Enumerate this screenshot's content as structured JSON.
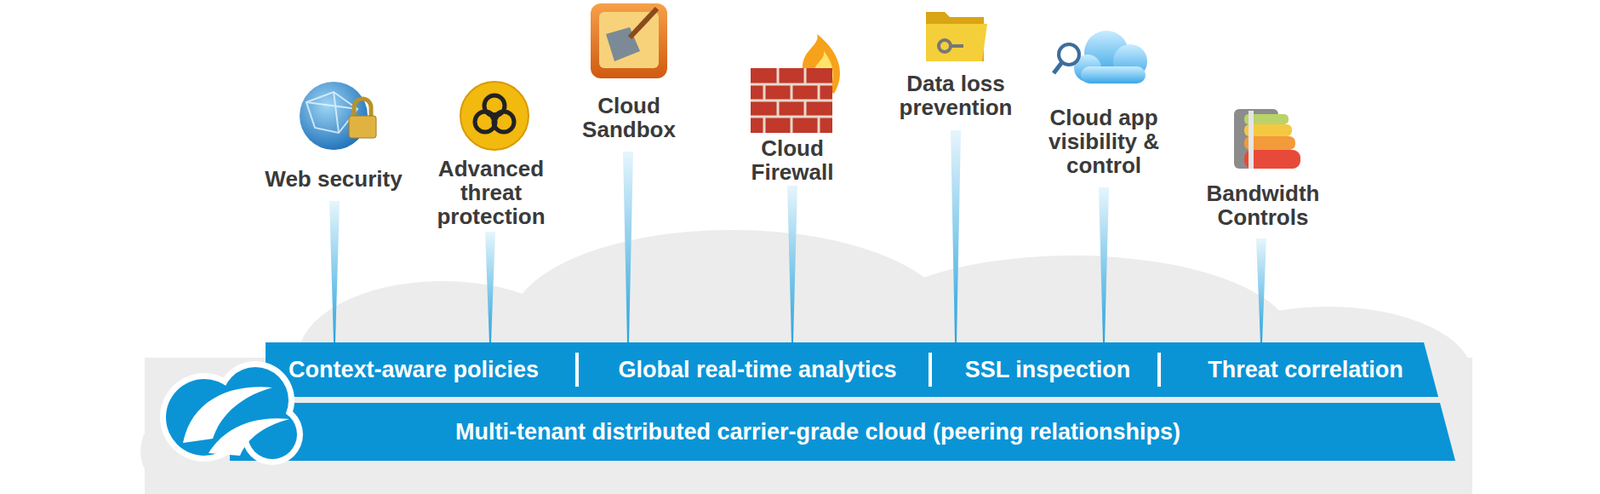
{
  "diagram": {
    "nodes": [
      {
        "text": [
          "Context-aware policies",
          "Global real-time analytics",
          "SSL inspection",
          "Threat correlation"
        ]
      },
      {
        "text": [
          "Multi-tenant distributed carrier-grade cloud (peering relationships)"
        ]
      }
    ],
    "labels": [
      "Web security",
      "Advanced threat protection",
      "Cloud Sandbox",
      "Cloud Firewall",
      "Data loss prevention",
      "Cloud app visibility & control",
      "Bandwidth Controls"
    ]
  }
}
